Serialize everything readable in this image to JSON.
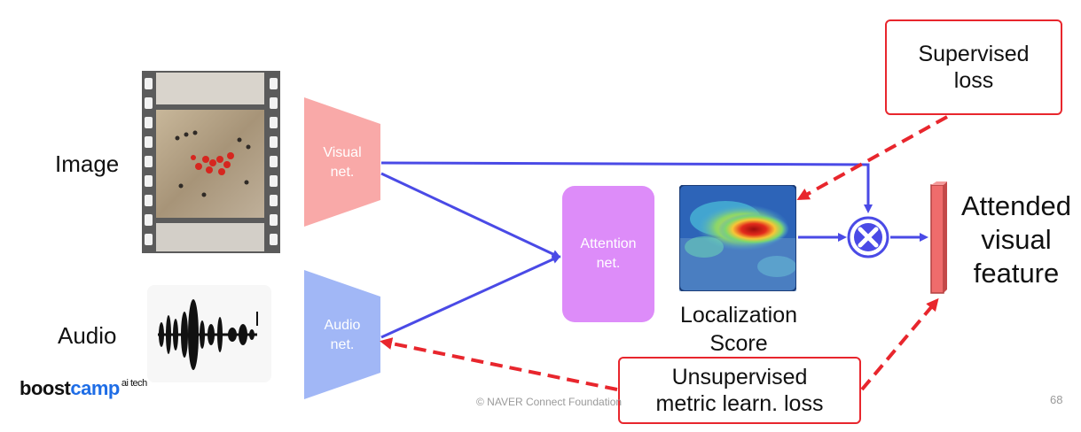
{
  "labels": {
    "image": "Image",
    "audio": "Audio"
  },
  "nets": {
    "visual": [
      "Visual",
      "net."
    ],
    "audio": [
      "Audio",
      "net."
    ],
    "attention": [
      "Attention",
      "net."
    ]
  },
  "localization": [
    "Localization",
    "Score"
  ],
  "attended_feature": [
    "Attended",
    "visual",
    "feature"
  ],
  "losses": {
    "supervised": [
      "Supervised",
      "loss"
    ],
    "unsupervised": [
      "Unsupervised",
      "metric learn. loss"
    ]
  },
  "footer": {
    "logo_main": "boost",
    "logo_accent": "camp",
    "logo_sup": "ai tech",
    "copyright": "© NAVER Connect Foundation",
    "page_number": "68"
  },
  "colors": {
    "visual_net": "#f9a9a8",
    "audio_net": "#a1b7f6",
    "attention_net": "#dd8cf9",
    "arrow_blue": "#4a4ae6",
    "loss_red": "#e8262d",
    "feature_bar": "#ef6c6c",
    "logo_accent": "#1e6de6"
  },
  "icons": {
    "multiply": "circled-x-icon",
    "video": "film-strip-icon",
    "audio": "waveform-icon",
    "heatmap": "heatmap-icon"
  }
}
